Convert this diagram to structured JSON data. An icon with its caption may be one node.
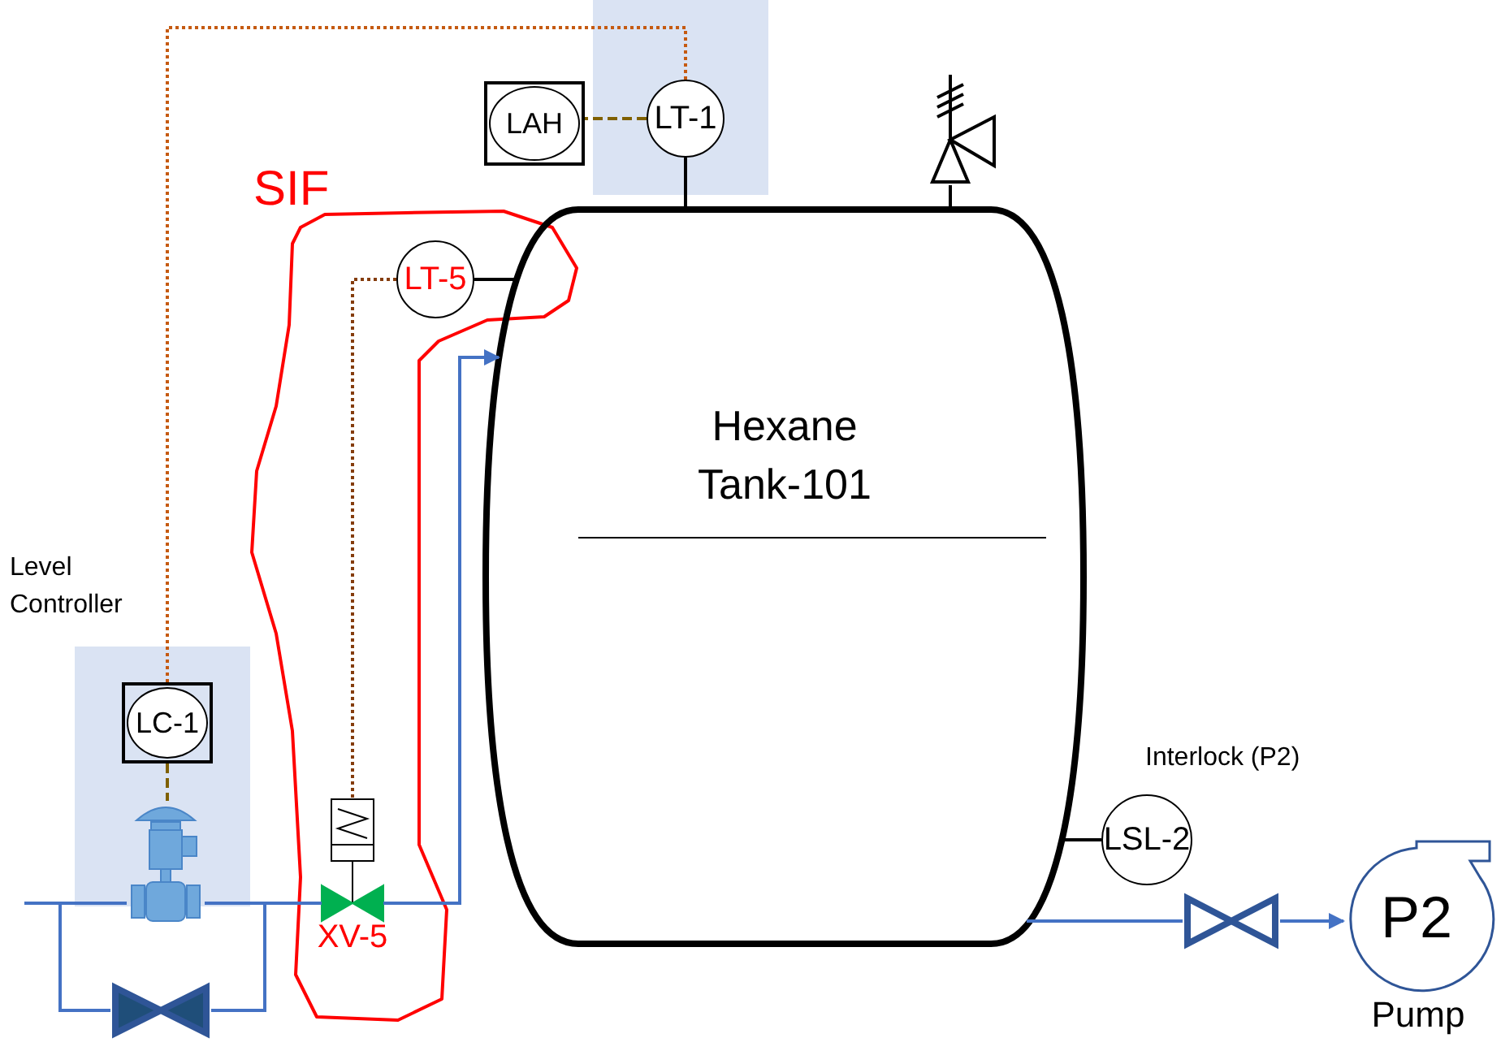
{
  "diagram": {
    "nodes": [
      {
        "text": [],
        "shape": "box"
      },
      {
        "text": [
          "LAH"
        ]
      },
      {
        "text": [
          "LT-1"
        ],
        "in": 0
      },
      {
        "text": [],
        "shape": "picture"
      },
      {
        "text": [
          "SIF"
        ]
      },
      {
        "text": [
          "LT-5"
        ],
        "in": 4
      },
      {
        "text": [
          "Hexane Tank-101"
        ]
      },
      {
        "text": [
          "Level Controller"
        ]
      },
      {
        "text": [
          "LC-1"
        ],
        "in": 7
      },
      {
        "text": [],
        "shape": "picture",
        "in": 7
      },
      {
        "text": [
          "XV-5"
        ],
        "in": 4
      },
      {
        "text": [],
        "shape": "valve"
      },
      {
        "text": [
          "LSL-2"
        ],
        "beside": [
          "Interlock (P2)"
        ]
      },
      {
        "text": [],
        "shape": "valve"
      },
      {
        "text": [
          "P2"
        ],
        "beside": [
          "Pump"
        ]
      }
    ],
    "edges": [
      {
        "from": 2,
        "to": 1,
        "arrow": "none",
        "style": "dashed",
        "color": "#7f6000"
      },
      {
        "from": 2,
        "to": 8,
        "arrow": "none",
        "style": "dashed",
        "color": "#c55a11"
      },
      {
        "from": 2,
        "to": 6,
        "arrow": "none",
        "color": "#000000"
      },
      {
        "from": 3,
        "to": 6,
        "arrow": "none",
        "color": "#000000"
      },
      {
        "from": 5,
        "to": 6,
        "arrow": "none",
        "color": "#000000"
      },
      {
        "from": 5,
        "to": 10,
        "arrow": "none",
        "style": "dashed",
        "color": "#843c0c"
      },
      {
        "from": 8,
        "to": 9,
        "arrow": "none",
        "style": "dashed",
        "color": "#7f6000"
      },
      {
        "from": null,
        "to": 9,
        "arrow": "none"
      },
      {
        "from": null,
        "to": 11,
        "arrow": "none"
      },
      {
        "from": 9,
        "to": 10,
        "arrow": "none"
      },
      {
        "from": 11,
        "to": 10,
        "arrow": "none"
      },
      {
        "from": 10,
        "to": 6,
        "arrow": "to"
      },
      {
        "from": 12,
        "to": 6,
        "arrow": "none",
        "color": "#000000"
      },
      {
        "from": 6,
        "to": 13,
        "arrow": "none"
      },
      {
        "from": 13,
        "to": 14,
        "arrow": "to"
      }
    ]
  }
}
